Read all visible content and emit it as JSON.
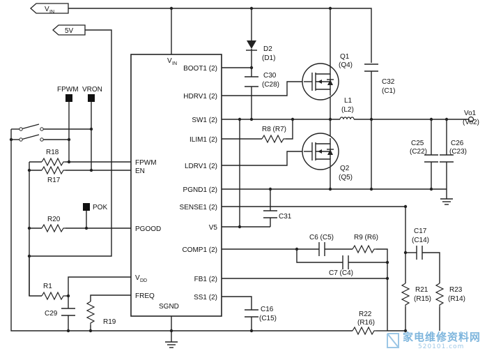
{
  "ports": {
    "vin_main": "V",
    "vin_main_sub": "IN",
    "v5": "5V"
  },
  "ic": {
    "vin_pin": "V",
    "vin_pin_sub": "IN",
    "left_pins": [
      "FPWM",
      "EN",
      "PGOOD"
    ],
    "vdd_pin": "V",
    "vdd_pin_sub": "DD",
    "freq_pin": "FREQ",
    "sgnd_pin": "SGND",
    "right_pins": [
      "BOOT1 (2)",
      "HDRV1 (2)",
      "SW1 (2)",
      "ILIM1 (2)",
      "LDRV1 (2)",
      "PGND1 (2)",
      "SENSE1 (2)",
      "V5",
      "COMP1 (2)",
      "FB1 (2)",
      "SS1 (2)"
    ]
  },
  "signals": {
    "fpwm": "FPWM",
    "vron": "VRON",
    "pok": "POK"
  },
  "components": {
    "d2": [
      "D2",
      "(D1)"
    ],
    "c30": [
      "C30",
      "(C28)"
    ],
    "q1": [
      "Q1",
      "(Q4)"
    ],
    "q2": [
      "Q2",
      "(Q5)"
    ],
    "c32": [
      "C32",
      "(C1)"
    ],
    "l1": [
      "L1",
      "(L2)"
    ],
    "r8": "R8 (R7)",
    "c25": [
      "C25",
      "(C22)"
    ],
    "c26": [
      "C26",
      "(C23)"
    ],
    "c31": "C31",
    "c6": "C6 (C5)",
    "r9": "R9 (R6)",
    "c7": "C7 (C4)",
    "c17": [
      "C17",
      "(C14)"
    ],
    "r21": [
      "R21",
      "(R15)"
    ],
    "r23": [
      "R23",
      "(R14)"
    ],
    "r22": [
      "R22",
      "(R16)"
    ],
    "c16": [
      "C16",
      "(C15)"
    ],
    "r18": "R18",
    "r17": "R17",
    "r20": "R20",
    "r1": "R1",
    "c29": "C29",
    "r19": "R19"
  },
  "output": [
    "Vo1",
    "(Vo2)"
  ],
  "watermark": {
    "title": "家电维修资料网",
    "url": "520101.com"
  }
}
